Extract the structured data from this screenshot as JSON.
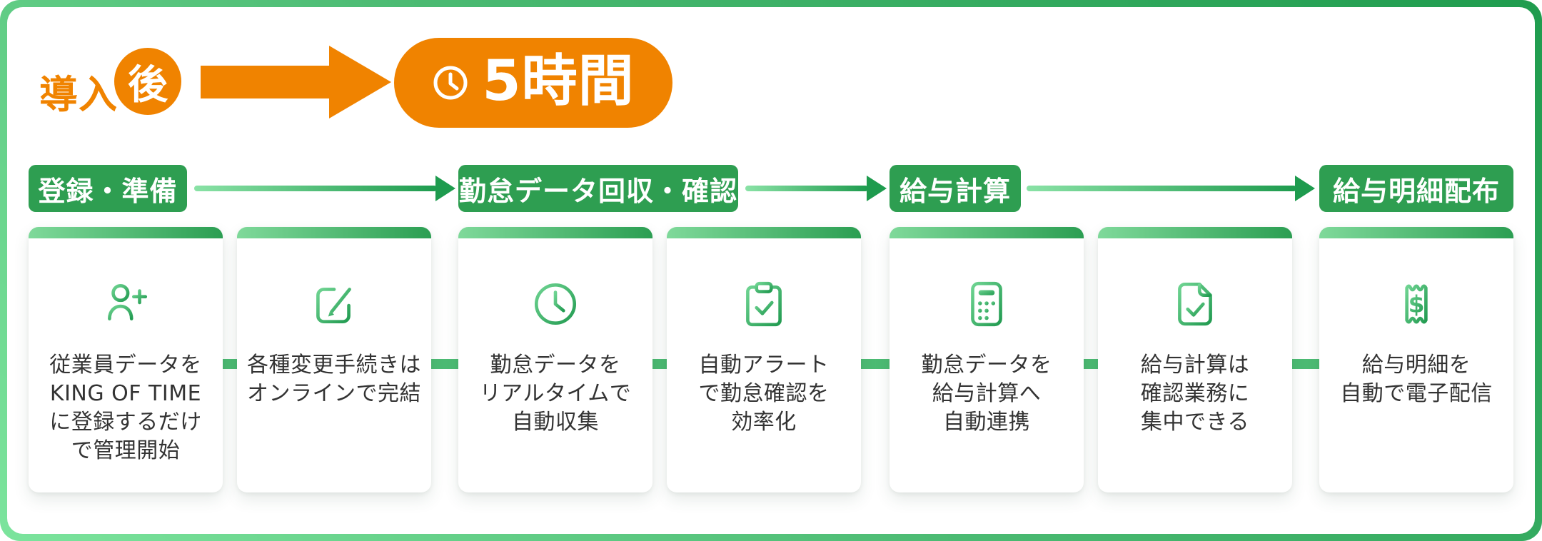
{
  "header": {
    "prefix": "導入",
    "badge": "後",
    "duration": "5時間"
  },
  "stages": [
    {
      "label": "登録・準備"
    },
    {
      "label": "勤怠データ回収・確認"
    },
    {
      "label": "給与計算"
    },
    {
      "label": "給与明細配布"
    }
  ],
  "cards": [
    {
      "icon": "user-plus-icon",
      "lines": [
        "従業員データを",
        "KING OF TIME",
        "に登録するだけ",
        "で管理開始"
      ]
    },
    {
      "icon": "edit-icon",
      "lines": [
        "各種変更手続きは",
        "オンラインで完結"
      ]
    },
    {
      "icon": "clock-icon",
      "lines": [
        "勤怠データを",
        "リアルタイムで",
        "自動収集"
      ]
    },
    {
      "icon": "clipboard-check-icon",
      "lines": [
        "自動アラート",
        "で勤怠確認を",
        "効率化"
      ]
    },
    {
      "icon": "calculator-icon",
      "lines": [
        "勤怠データを",
        "給与計算へ",
        "自動連携"
      ]
    },
    {
      "icon": "file-check-icon",
      "lines": [
        "給与計算は",
        "確認業務に",
        "集中できる"
      ]
    },
    {
      "icon": "receipt-dollar-icon",
      "lines": [
        "給与明細を",
        "自動で電子配信"
      ]
    }
  ],
  "icons": {
    "pill": "clock-icon"
  },
  "colors": {
    "orange": "#F08300",
    "stage_green": "#2E9E51",
    "card_bar_gradient": [
      "#7FD99A",
      "#2B9E52"
    ],
    "arrow_gradient": [
      "#8AE2A6",
      "#1E9B4E"
    ],
    "connector_green": "#4CBB73",
    "frame_gradient": [
      "#7CE49D",
      "#1F9C4E"
    ],
    "icon_gradient": [
      "#6FD492",
      "#229B51"
    ],
    "text": "#333333"
  }
}
